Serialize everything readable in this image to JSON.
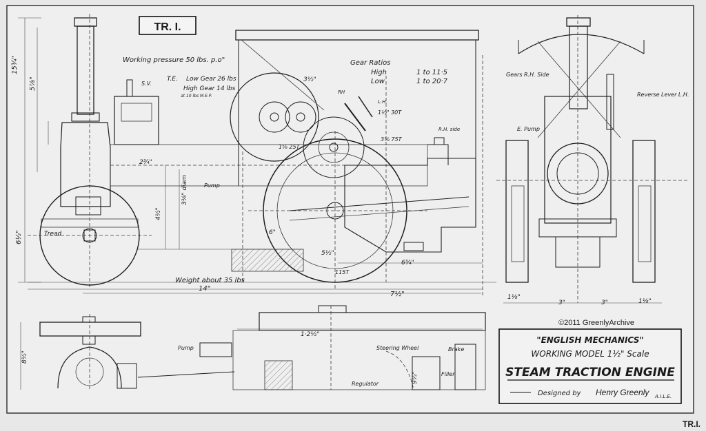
{
  "drawing": {
    "sheet_tag": "TR. I.",
    "corner_tag": "TR.I.",
    "copyright": "©2011 GreenlyArchive"
  },
  "notes": {
    "working_pressure": "Working pressure  50 lbs. p.o\"",
    "te_label": "T.E.",
    "te_low": "Low Gear  26 lbs",
    "te_high": "High Gear  14 lbs",
    "te_sub": "at 10 lbs M.E.P.",
    "gear_ratios_title": "Gear Ratios",
    "gear_high_label": "High",
    "gear_high_value": "1 to 11·5",
    "gear_low_label": "Low",
    "gear_low_value": "1 to 20·7",
    "weight": "Weight about 35 lbs",
    "gears_side": "Gears R.H. Side",
    "reverse_lever": "Reverse Lever L.H.",
    "rh_side": "R.H. side",
    "pump": "Pump",
    "e_pump": "E. Pump",
    "tread": "Tread",
    "steering_wheel": "Steering Wheel",
    "brake": "Brake",
    "filler": "Filler",
    "regulator": "Regulator",
    "sv": "S.V.",
    "rh": "RH",
    "lh": "L.H."
  },
  "dimensions": {
    "d14": "14\"",
    "d7_5": "7½\"",
    "d6_75": "6¾\"",
    "d1_25": "1·2½\"",
    "d3a": "3\"",
    "d3b": "3\"",
    "d1_125a": "1⅛\"",
    "d1_125b": "1⅛\"",
    "d15_75": "15¾\"",
    "d5_875": "5⅞\"",
    "d6_5": "6½\"",
    "d4_5": "4½\"",
    "d6": "6\"",
    "d5_5": "5½\"",
    "d3_5": "3½\"",
    "d2_75": "2¾\"",
    "d75t": "3⅞ 75T",
    "d115t": "115T",
    "d30t": "1½\" 30T",
    "d25t": "1⅝ 25T",
    "d3_375": "3⅜\" diam",
    "d9_5": "9½\"",
    "d8_5": "8½\""
  },
  "title_block": {
    "line1": "\"ENGLISH MECHANICS\"",
    "line2": "WORKING  MODEL  1½\" Scale",
    "line3": "STEAM TRACTION ENGINE",
    "line4_prefix": "Designed by",
    "signature": "Henry Greenly",
    "line4_suffix": "A.I.L.E."
  }
}
